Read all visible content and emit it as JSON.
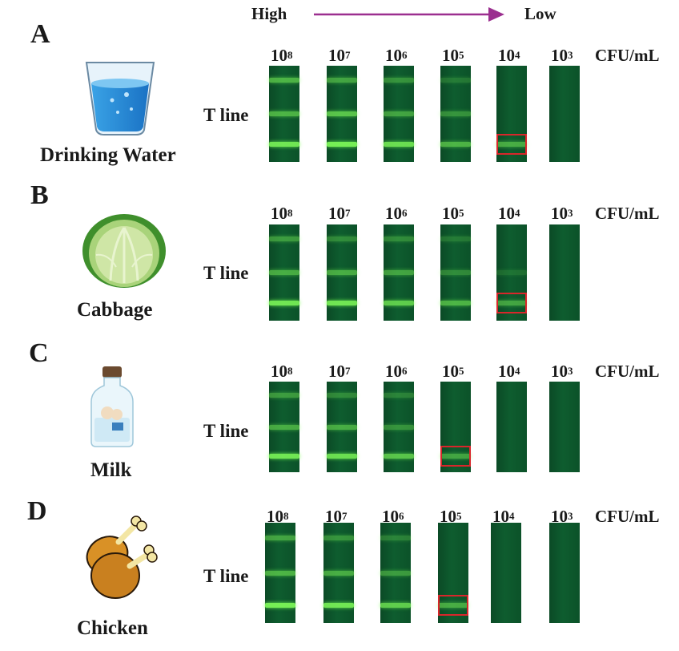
{
  "header": {
    "high_label": "High",
    "low_label": "Low",
    "arrow_color": "#9b2f8f"
  },
  "common": {
    "tline_label": "T line",
    "unit_label": "CFU/mL",
    "concentrations": [
      {
        "base": "10",
        "exp": "8"
      },
      {
        "base": "10",
        "exp": "7"
      },
      {
        "base": "10",
        "exp": "6"
      },
      {
        "base": "10",
        "exp": "5"
      },
      {
        "base": "10",
        "exp": "4"
      },
      {
        "base": "10",
        "exp": "3"
      }
    ]
  },
  "colors": {
    "strip": "#0e5d2f",
    "band": "#6cff5a",
    "highlight_box": "#d9262b"
  },
  "panels": [
    {
      "letter": "A",
      "sample": "Drinking Water",
      "icon": "water-glass-icon",
      "band_intensity": [
        [
          0.55,
          0.55,
          0.85
        ],
        [
          0.45,
          0.65,
          0.9
        ],
        [
          0.35,
          0.45,
          0.8
        ],
        [
          0.2,
          0.35,
          0.55
        ],
        [
          0,
          0,
          0.5
        ],
        [
          0,
          0,
          0
        ]
      ],
      "highlight_strip_index": 4
    },
    {
      "letter": "B",
      "sample": "Cabbage",
      "icon": "cabbage-icon",
      "band_intensity": [
        [
          0.4,
          0.5,
          0.85
        ],
        [
          0.3,
          0.5,
          0.85
        ],
        [
          0.3,
          0.45,
          0.7
        ],
        [
          0.2,
          0.3,
          0.55
        ],
        [
          0,
          0.15,
          0.45
        ],
        [
          0,
          0,
          0
        ]
      ],
      "highlight_strip_index": 4
    },
    {
      "letter": "C",
      "sample": "Milk",
      "icon": "milk-bottle-icon",
      "band_intensity": [
        [
          0.4,
          0.5,
          0.85
        ],
        [
          0.3,
          0.5,
          0.8
        ],
        [
          0.25,
          0.35,
          0.65
        ],
        [
          0,
          0,
          0.45
        ],
        [
          0,
          0,
          0
        ],
        [
          0,
          0,
          0
        ]
      ],
      "highlight_strip_index": 3
    },
    {
      "letter": "D",
      "sample": "Chicken",
      "icon": "chicken-drumstick-icon",
      "band_intensity": [
        [
          0.45,
          0.55,
          0.9
        ],
        [
          0.35,
          0.5,
          0.85
        ],
        [
          0.25,
          0.4,
          0.7
        ],
        [
          0,
          0,
          0.5
        ],
        [
          0,
          0,
          0
        ],
        [
          0,
          0,
          0
        ]
      ],
      "highlight_strip_index": 3
    }
  ]
}
